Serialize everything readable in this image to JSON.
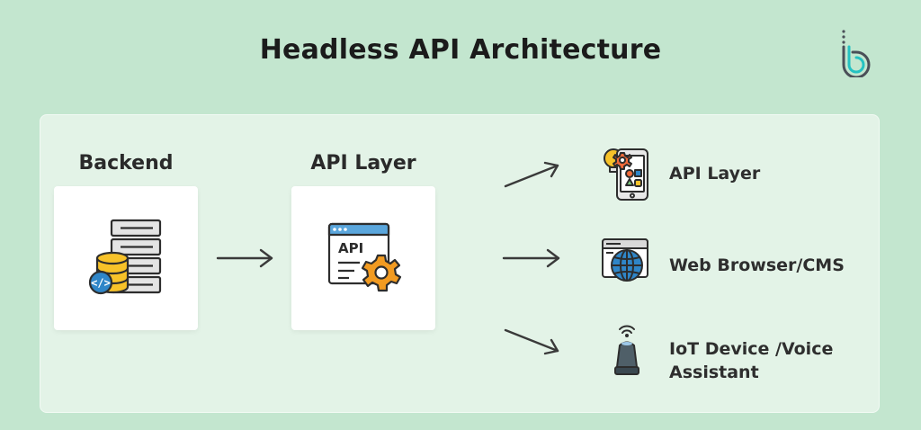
{
  "title": "Headless API Architecture",
  "logo": {
    "icon": "brand-b-logo-icon",
    "color": "#4a4f58",
    "accent": "#25c2c2"
  },
  "columns": {
    "backend": {
      "label": "Backend",
      "icon": "server-database-code-icon"
    },
    "api": {
      "label": "API Layer",
      "icon": "api-window-gear-icon",
      "icon_text": "API"
    }
  },
  "targets": [
    {
      "label": "API Layer",
      "icon": "mobile-app-gear-icon"
    },
    {
      "label": "Web Browser/CMS",
      "icon": "browser-globe-icon"
    },
    {
      "label_line1": "IoT Device /Voice",
      "label_line2": "Assistant",
      "icon": "smart-speaker-icon"
    }
  ],
  "colors": {
    "background": "#c3e6cf",
    "panel": "#e3f3e7",
    "accent_blue": "#2f86c8",
    "accent_yellow": "#f7c229",
    "accent_orange": "#f29b21",
    "outline": "#2d2d2d"
  }
}
